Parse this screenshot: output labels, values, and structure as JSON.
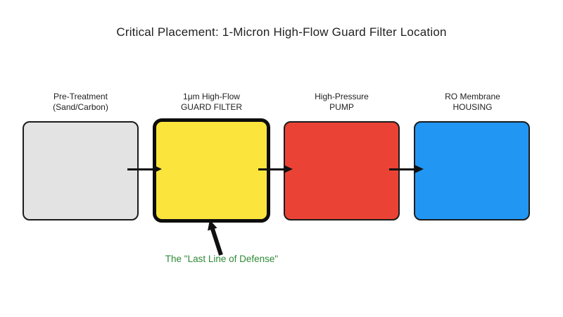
{
  "title": "Critical Placement: 1-Micron High-Flow Guard Filter Location",
  "stages": [
    {
      "name": "pre-treatment",
      "label_line1": "Pre-Treatment",
      "label_line2": "(Sand/Carbon)",
      "fill": "#e3e3e3",
      "emphasized": false
    },
    {
      "name": "guard-filter",
      "label_line1": "1μm High-Flow",
      "label_line2": "GUARD FILTER",
      "fill": "#fbe53c",
      "emphasized": true
    },
    {
      "name": "pump",
      "label_line1": "High-Pressure",
      "label_line2": "PUMP",
      "fill": "#ea4335",
      "emphasized": false
    },
    {
      "name": "ro-membrane",
      "label_line1": "RO Membrane",
      "label_line2": "HOUSING",
      "fill": "#2196f3",
      "emphasized": false
    }
  ],
  "annotation": {
    "text": "The \"Last Line of Defense\"",
    "color": "#2f8a35"
  },
  "flow_arrow_color": "#111111"
}
